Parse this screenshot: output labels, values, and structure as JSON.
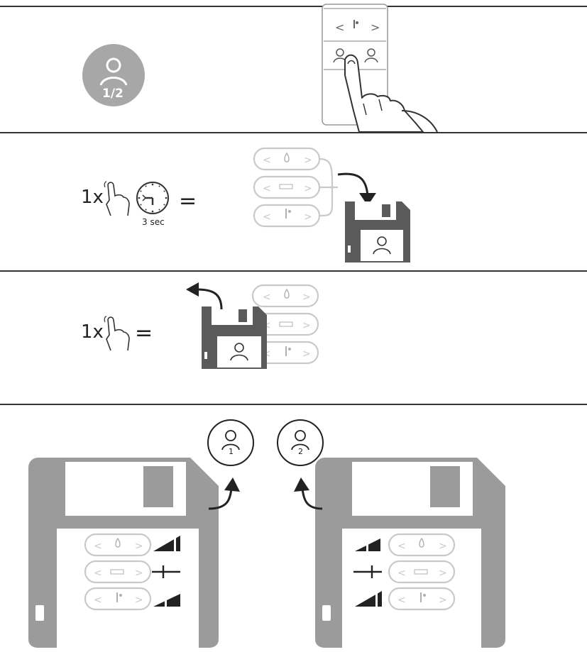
{
  "step1": {
    "profile_badge_text": "1/2"
  },
  "step2": {
    "press_count": "1x",
    "hold_duration": "3 sec",
    "equals": "="
  },
  "step3": {
    "press_count": "1x",
    "equals": "="
  },
  "profiles": [
    {
      "number": "1"
    },
    {
      "number": "2"
    }
  ],
  "icons": [
    "touch-hand-icon",
    "clock-icon",
    "floppy-disk-icon",
    "user-profile-icon",
    "water-drop-icon",
    "thermometer-icon",
    "level-bars-icon",
    "slider-icon"
  ],
  "colors": {
    "floppy_dark": "#5a5a5a",
    "floppy_light": "#9b9b9b",
    "badge_gray": "#a7a7a7",
    "outline_light": "#c9c9c9"
  }
}
